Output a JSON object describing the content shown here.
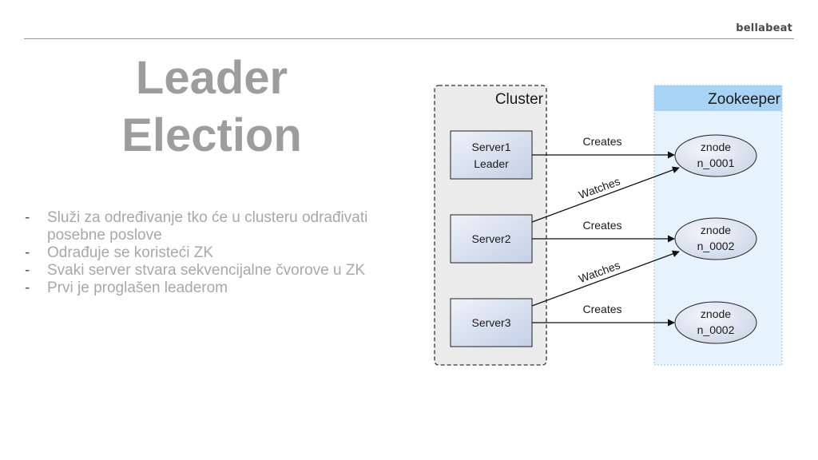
{
  "brand": "bellabeat",
  "title": {
    "line1": "Leader",
    "line2": "Election"
  },
  "bullets": [
    "Služi za određivanje tko će u clusteru odrađivati posebne poslove",
    "Odrađuje se koristeći ZK",
    "Svaki server stvara sekvencijalne čvorove u ZK",
    "Prvi je proglašen leaderom"
  ],
  "diagram": {
    "cluster_label": "Cluster",
    "zookeeper_label": "Zookeeper",
    "servers": [
      {
        "line1": "Server1",
        "line2": "Leader"
      },
      {
        "line1": "Server2"
      },
      {
        "line1": "Server3"
      }
    ],
    "znodes": [
      {
        "line1": "znode",
        "line2": "n_0001"
      },
      {
        "line1": "znode",
        "line2": "n_0002"
      },
      {
        "line1": "znode",
        "line2": "n_0002"
      }
    ],
    "edge_labels": {
      "creates": "Creates",
      "watches": "Watches"
    },
    "colors": {
      "cluster_bg": "#ebebeb",
      "zookeeper_bg": "#e6f2fc",
      "zookeeper_header": "#a7d3f5",
      "server_gradient_start": "#eef2f9",
      "server_gradient_end": "#c4d0e6",
      "znode_fill": "#dde4f0"
    }
  }
}
